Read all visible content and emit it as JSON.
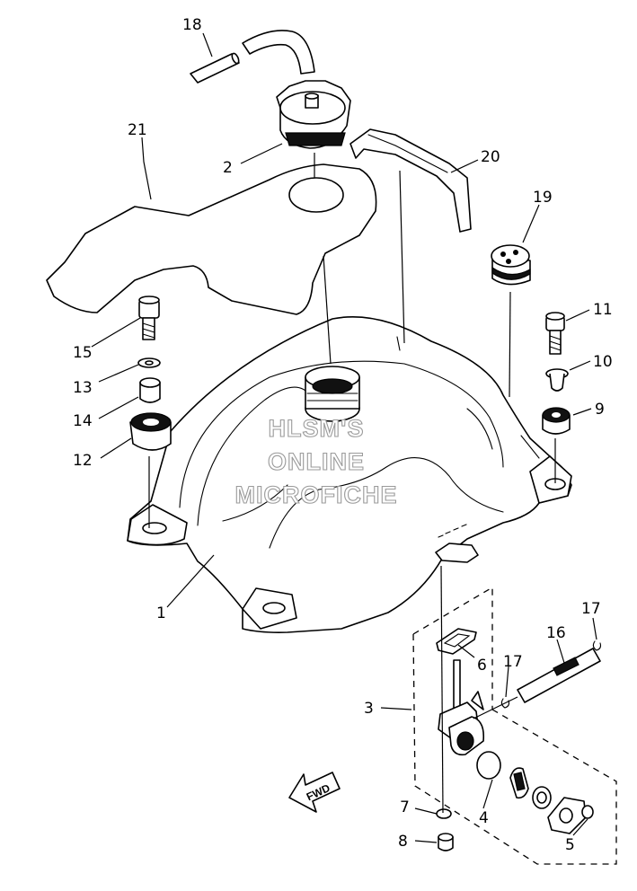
{
  "callouts": {
    "c1": "1",
    "c2": "2",
    "c3": "3",
    "c4": "4",
    "c5": "5",
    "c6": "6",
    "c7": "7",
    "c8": "8",
    "c9": "9",
    "c10": "10",
    "c11": "11",
    "c12": "12",
    "c13": "13",
    "c14": "14",
    "c15": "15",
    "c16": "16",
    "c17a": "17",
    "c17b": "17",
    "c18": "18",
    "c19": "19",
    "c20": "20",
    "c21": "21"
  },
  "watermark": {
    "line1": "HLSM'S",
    "line2": "ONLINE",
    "line3": "MICROFICHE"
  },
  "fwd_label": "FWD",
  "colors": {
    "ink": "#000000",
    "paper": "#ffffff",
    "watermark_outline": "#9a9a9a"
  }
}
